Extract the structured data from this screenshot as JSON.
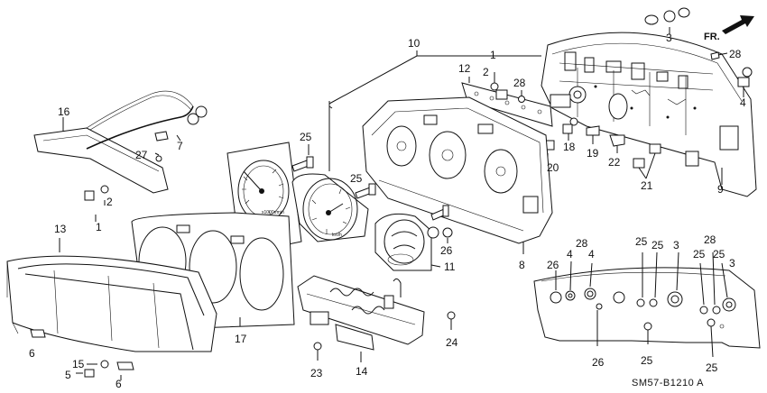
{
  "diagram": {
    "reference_code": "SM57-B1210 A",
    "direction_label": "FR."
  },
  "callouts": [
    {
      "id": "c-10",
      "text": "10"
    },
    {
      "id": "c-1-top",
      "text": "1"
    },
    {
      "id": "c-2-top",
      "text": "2"
    },
    {
      "id": "c-28-top",
      "text": "28"
    },
    {
      "id": "c-12",
      "text": "12"
    },
    {
      "id": "c-3-top",
      "text": "3"
    },
    {
      "id": "c-28-right",
      "text": "28"
    },
    {
      "id": "c-4-right",
      "text": "4"
    },
    {
      "id": "c-16",
      "text": "16"
    },
    {
      "id": "c-7",
      "text": "7"
    },
    {
      "id": "c-27",
      "text": "27"
    },
    {
      "id": "c-25-a",
      "text": "25"
    },
    {
      "id": "c-25-b",
      "text": "25"
    },
    {
      "id": "c-18",
      "text": "18"
    },
    {
      "id": "c-20",
      "text": "20"
    },
    {
      "id": "c-19",
      "text": "19"
    },
    {
      "id": "c-22",
      "text": "22"
    },
    {
      "id": "c-21",
      "text": "21"
    },
    {
      "id": "c-9",
      "text": "9"
    },
    {
      "id": "c-2-left",
      "text": "2"
    },
    {
      "id": "c-1-left",
      "text": "1"
    },
    {
      "id": "c-13",
      "text": "13"
    },
    {
      "id": "c-26-mid",
      "text": "26"
    },
    {
      "id": "c-11",
      "text": "11"
    },
    {
      "id": "c-8",
      "text": "8"
    },
    {
      "id": "c-17",
      "text": "17"
    },
    {
      "id": "c-6-a",
      "text": "6"
    },
    {
      "id": "c-15",
      "text": "15"
    },
    {
      "id": "c-5",
      "text": "5"
    },
    {
      "id": "c-6-b",
      "text": "6"
    },
    {
      "id": "c-23",
      "text": "23"
    },
    {
      "id": "c-14",
      "text": "14"
    },
    {
      "id": "c-24",
      "text": "24"
    },
    {
      "id": "c-26-inset-a",
      "text": "26"
    },
    {
      "id": "c-4-inset-a",
      "text": "4"
    },
    {
      "id": "c-28-inset-a",
      "text": "28"
    },
    {
      "id": "c-4-inset-b",
      "text": "4"
    },
    {
      "id": "c-25-inset-a",
      "text": "25"
    },
    {
      "id": "c-25-inset-b",
      "text": "25"
    },
    {
      "id": "c-3-inset-a",
      "text": "3"
    },
    {
      "id": "c-28-inset-b",
      "text": "28"
    },
    {
      "id": "c-25-inset-c",
      "text": "25"
    },
    {
      "id": "c-25-inset-d",
      "text": "25"
    },
    {
      "id": "c-3-inset-b",
      "text": "3"
    },
    {
      "id": "c-26-inset-b",
      "text": "26"
    },
    {
      "id": "c-25-inset-e",
      "text": "25"
    },
    {
      "id": "c-25-inset-f",
      "text": "25"
    }
  ],
  "gauge_texts": {
    "tach_unit": "x1000r/min",
    "speedo_unit": "km/h"
  }
}
